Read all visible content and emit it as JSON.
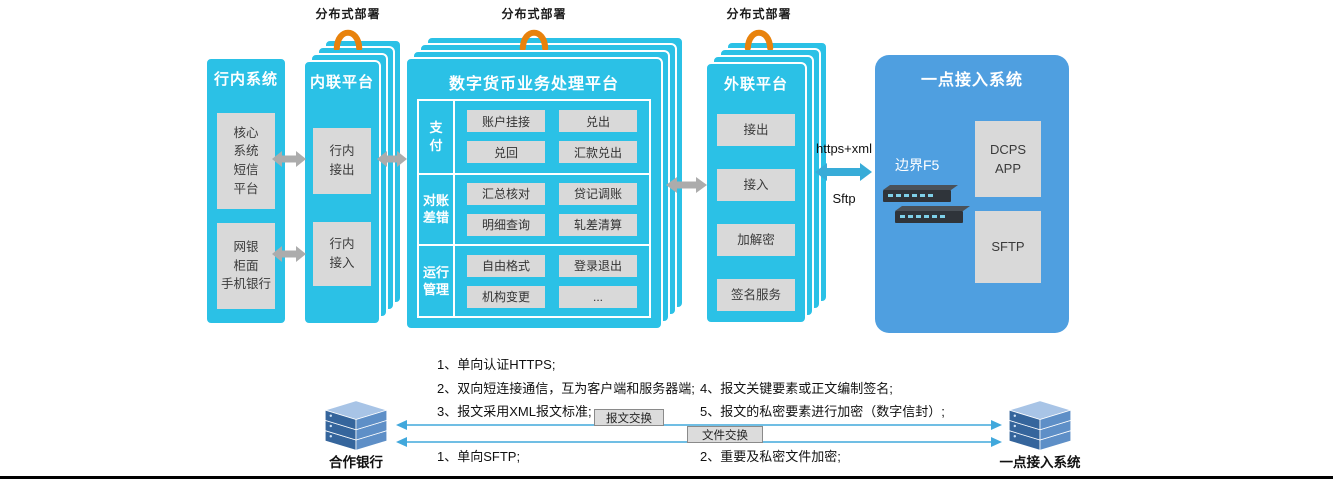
{
  "colors": {
    "cyan": "#2BC1E6",
    "blue": "#4F9FE0",
    "orange": "#E8820C",
    "gray_box": "#D9D9D9",
    "arrow_gray": "#ACACAC",
    "arrow_cyan": "#38ACD8",
    "line_blue": "#41A8DC"
  },
  "deploy": {
    "label": "分布式部署"
  },
  "left_system": {
    "title": "行内系统",
    "box1": "核心\n系统\n短信\n平台",
    "box2": "网银\n柜面\n手机银行"
  },
  "inner_platform": {
    "title": "内联平台",
    "box1": "行内\n接出",
    "box2": "行内\n接入"
  },
  "dcep_platform": {
    "title": "数字货币业务处理平台",
    "rows": [
      {
        "label": "支\n付",
        "cells": [
          "账户挂接",
          "兑出",
          "兑回",
          "汇款兑出"
        ]
      },
      {
        "label": "对账\n差错",
        "cells": [
          "汇总核对",
          "贷记调账",
          "明细查询",
          "轧差清算"
        ]
      },
      {
        "label": "运行\n管理",
        "cells": [
          "自由格式",
          "登录退出",
          "机构变更",
          "..."
        ]
      }
    ]
  },
  "outer_platform": {
    "title": "外联平台",
    "boxes": [
      "接出",
      "接入",
      "加解密",
      "签名服务"
    ]
  },
  "access_system": {
    "title": "一点接入系统",
    "f5_label": "边界F5",
    "box1": "DCPS\nAPP",
    "box2": "SFTP"
  },
  "links": {
    "https_label": "https+xml",
    "sftp_label": "Sftp"
  },
  "notes": {
    "n1": "1、单向认证HTTPS;",
    "n2": "2、双向短连接通信，互为客户端和服务器端;",
    "n3": "3、报文采用XML报文标准;",
    "n4": "4、报文关键要素或正文编制签名;",
    "n5": "5、报文的私密要素进行加密（数字信封）;",
    "sftp1": "1、单向SFTP;",
    "file2": "2、重要及私密文件加密;"
  },
  "exchange": {
    "msg_label": "报文交换",
    "file_label": "文件交换",
    "left_label": "合作银行",
    "right_label": "一点接入系统"
  }
}
